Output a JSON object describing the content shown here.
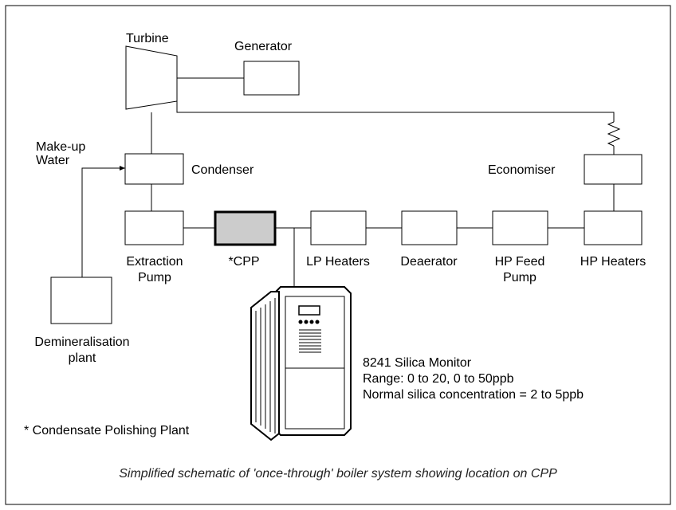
{
  "labels": {
    "turbine": "Turbine",
    "generator": "Generator",
    "makeup_line1": "Make-up",
    "makeup_line2": "Water",
    "condenser": "Condenser",
    "economiser": "Economiser",
    "extraction_line1": "Extraction",
    "extraction_line2": "Pump",
    "cpp": "*CPP",
    "lp_heaters": "LP Heaters",
    "deaerator": "Deaerator",
    "hp_feed_line1": "HP Feed",
    "hp_feed_line2": "Pump",
    "hp_heaters": "HP Heaters",
    "demin_line1": "Demineralisation",
    "demin_line2": "plant"
  },
  "monitor": {
    "name": "8241 Silica Monitor",
    "range": "Range: 0 to 20, 0 to 50ppb",
    "normal": "Normal silica concentration = 2 to 5ppb"
  },
  "footnote": "* Condensate Polishing Plant",
  "caption": "Simplified schematic of 'once-through' boiler system showing location on CPP",
  "colors": {
    "border": "#000000",
    "cpp_fill": "#cccccc",
    "caption_text": "#222222"
  }
}
